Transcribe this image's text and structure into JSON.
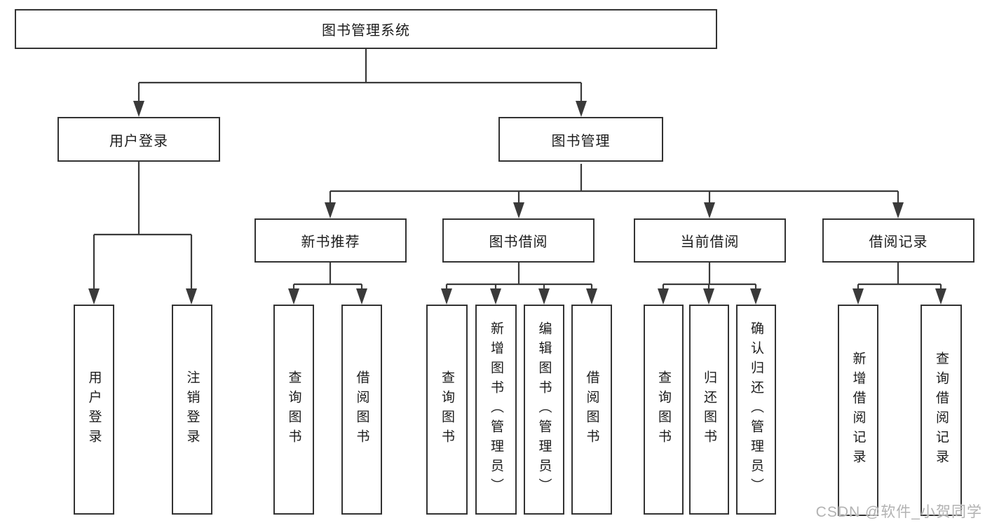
{
  "root": {
    "label": "图书管理系统"
  },
  "level2": {
    "user_login": "用户登录",
    "book_management": "图书管理"
  },
  "level3": {
    "new_book_recommend": "新书推荐",
    "book_borrow": "图书借阅",
    "current_borrow": "当前借阅",
    "borrow_record": "借阅记录"
  },
  "leaves": {
    "user_login": [
      "用户登录",
      "注销登录"
    ],
    "new_book_recommend": [
      "查询图书",
      "借阅图书"
    ],
    "book_borrow": [
      "查询图书",
      "新增图书（管理员）",
      "编辑图书（管理员）",
      "借阅图书"
    ],
    "current_borrow": [
      "查询图书",
      "归还图书",
      "确认归还（管理员）"
    ],
    "borrow_record": [
      "新增借阅记录",
      "查询借阅记录"
    ]
  },
  "watermark": "CSDN @软件_小贺同学",
  "colors": {
    "line": "#3a3a3a",
    "border": "#333333",
    "text": "#1c1c1c",
    "watermark": "#b2b2b2",
    "background": "#ffffff"
  }
}
